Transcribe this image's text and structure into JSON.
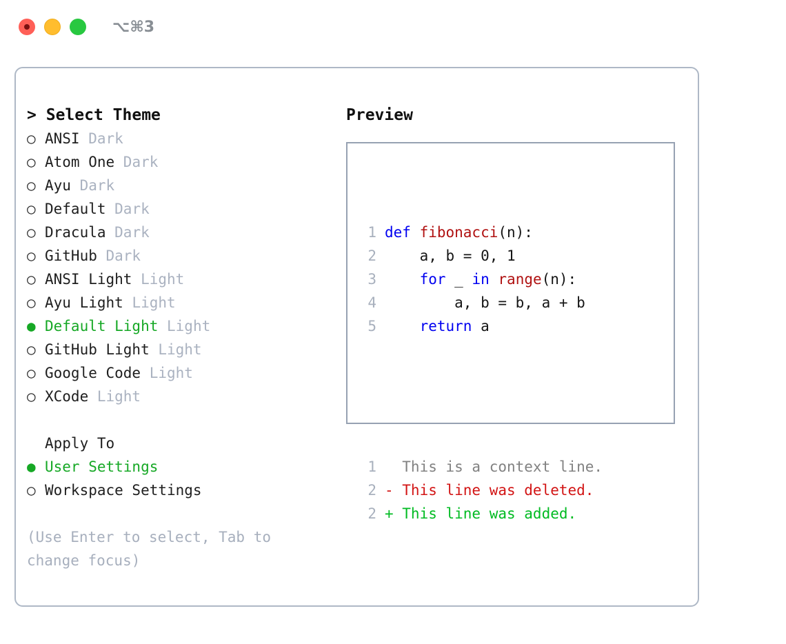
{
  "window": {
    "shortcut": "⌥⌘3",
    "traffic_lights": [
      {
        "name": "close",
        "color": "#ff5f57"
      },
      {
        "name": "minimize",
        "color": "#ffbd2e"
      },
      {
        "name": "zoom",
        "color": "#28c840"
      }
    ]
  },
  "colors": {
    "accent_green": "#16a825",
    "muted": "#aab2c0",
    "border": "#aeb8c6",
    "code_border": "#96a1b2",
    "keyword": "#0000f0",
    "function": "#b01111",
    "diff_add": "#00bb22",
    "diff_del": "#d21414",
    "diff_ctx": "#818181"
  },
  "theme_panel": {
    "header_marker": ">",
    "header": "Select Theme",
    "options": [
      {
        "marker": "○",
        "label": "ANSI",
        "suffix": "Dark",
        "selected": false
      },
      {
        "marker": "○",
        "label": "Atom One",
        "suffix": "Dark",
        "selected": false
      },
      {
        "marker": "○",
        "label": "Ayu",
        "suffix": "Dark",
        "selected": false
      },
      {
        "marker": "○",
        "label": "Default",
        "suffix": "Dark",
        "selected": false
      },
      {
        "marker": "○",
        "label": "Dracula",
        "suffix": "Dark",
        "selected": false
      },
      {
        "marker": "○",
        "label": "GitHub",
        "suffix": "Dark",
        "selected": false
      },
      {
        "marker": "○",
        "label": "ANSI Light",
        "suffix": "Light",
        "selected": false
      },
      {
        "marker": "○",
        "label": "Ayu Light",
        "suffix": "Light",
        "selected": false
      },
      {
        "marker": "●",
        "label": "Default Light",
        "suffix": "Light",
        "selected": true
      },
      {
        "marker": "○",
        "label": "GitHub Light",
        "suffix": "Light",
        "selected": false
      },
      {
        "marker": "○",
        "label": "Google Code",
        "suffix": "Light",
        "selected": false
      },
      {
        "marker": "○",
        "label": "XCode",
        "suffix": "Light",
        "selected": false
      }
    ]
  },
  "apply_to": {
    "header": "Apply To",
    "options": [
      {
        "marker": "●",
        "label": "User Settings",
        "selected": true
      },
      {
        "marker": "○",
        "label": "Workspace Settings",
        "selected": false
      }
    ]
  },
  "hint": "(Use Enter to select, Tab to change focus)",
  "preview": {
    "header": "Preview",
    "code_lines": [
      {
        "no": "1",
        "tokens": [
          {
            "t": "def ",
            "c": "kw"
          },
          {
            "t": "fibonacci",
            "c": "fn"
          },
          {
            "t": "(n):",
            "c": "plain"
          }
        ]
      },
      {
        "no": "2",
        "tokens": [
          {
            "t": "    a, b = 0, 1",
            "c": "plain"
          }
        ]
      },
      {
        "no": "3",
        "tokens": [
          {
            "t": "    ",
            "c": "plain"
          },
          {
            "t": "for",
            "c": "kw"
          },
          {
            "t": " _ ",
            "c": "plain"
          },
          {
            "t": "in",
            "c": "kw"
          },
          {
            "t": " ",
            "c": "plain"
          },
          {
            "t": "range",
            "c": "fn"
          },
          {
            "t": "(n):",
            "c": "plain"
          }
        ]
      },
      {
        "no": "4",
        "tokens": [
          {
            "t": "        a, b = b, a + b",
            "c": "plain"
          }
        ]
      },
      {
        "no": "5",
        "tokens": [
          {
            "t": "    ",
            "c": "plain"
          },
          {
            "t": "return",
            "c": "kw"
          },
          {
            "t": " a",
            "c": "plain"
          }
        ]
      }
    ],
    "diff_lines": [
      {
        "no": "1",
        "text": "  This is a context line.",
        "kind": "ctx"
      },
      {
        "no": "2",
        "text": "- This line was deleted.",
        "kind": "del"
      },
      {
        "no": "2",
        "text": "+ This line was added.",
        "kind": "add"
      }
    ]
  }
}
